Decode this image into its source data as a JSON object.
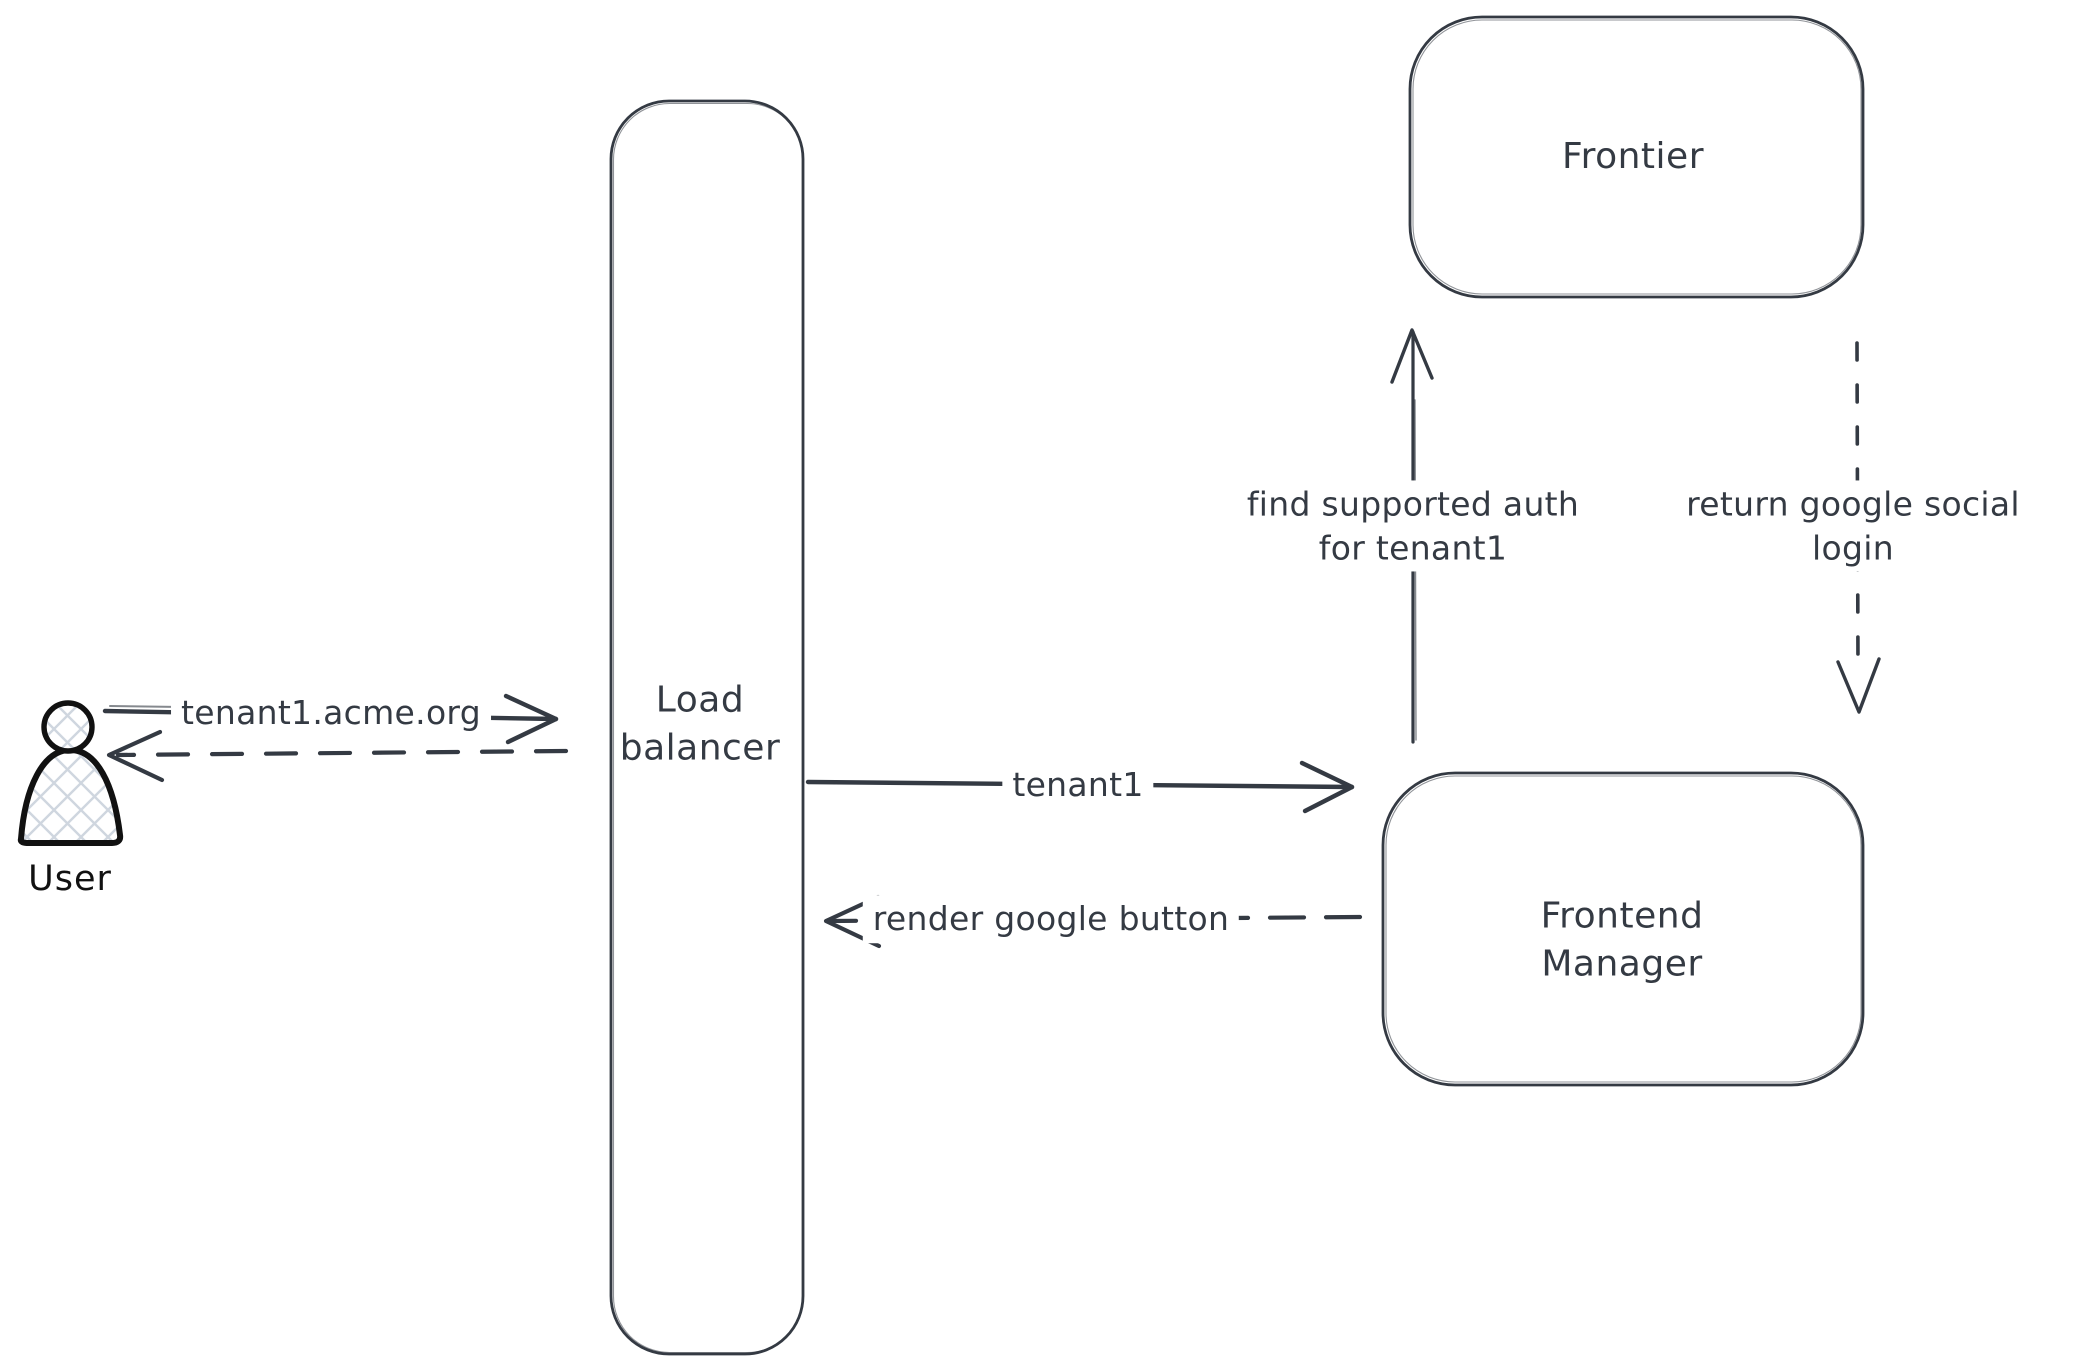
{
  "diagram": {
    "background": "#ffffff",
    "stroke_color": "#343a43",
    "user_icon_stroke": "#111111",
    "user_icon_hatch": "#cfd6df",
    "nodes": {
      "user": {
        "label": "User",
        "shape": "person-icon"
      },
      "load_balancer": {
        "line1": "Load",
        "line2": "balancer",
        "shape": "rounded-rectangle"
      },
      "frontier": {
        "label": "Frontier",
        "shape": "rounded-rectangle"
      },
      "frontend_manager": {
        "line1": "Frontend",
        "line2": "Manager",
        "shape": "rounded-rectangle"
      }
    },
    "edges": {
      "user_to_load_balancer": {
        "label": "tenant1.acme.org",
        "style": "solid",
        "direction": "right"
      },
      "load_balancer_to_user": {
        "label": "",
        "style": "dashed",
        "direction": "left"
      },
      "load_balancer_to_frontend_manager": {
        "label": "tenant1",
        "style": "solid",
        "direction": "right"
      },
      "frontend_manager_to_load_balancer": {
        "label": "render google button",
        "style": "dashed",
        "direction": "left"
      },
      "frontend_manager_to_frontier": {
        "line1": "find supported auth",
        "line2": "for tenant1",
        "style": "solid",
        "direction": "up"
      },
      "frontier_to_frontend_manager": {
        "line1": "return google social",
        "line2": "login",
        "style": "dashed",
        "direction": "down"
      }
    }
  }
}
